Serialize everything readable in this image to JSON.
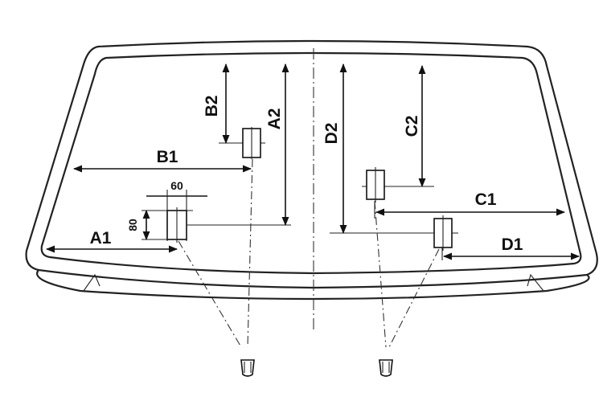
{
  "labels": {
    "a1": "A1",
    "a2": "A2",
    "b1": "B1",
    "b2": "B2",
    "c1": "C1",
    "c2": "C2",
    "d1": "D1",
    "d2": "D2",
    "width": "60",
    "height": "80"
  }
}
